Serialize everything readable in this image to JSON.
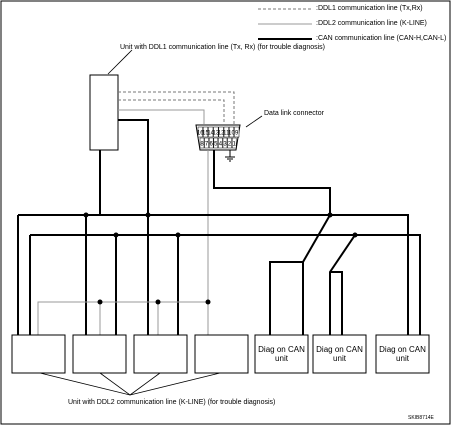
{
  "legend": {
    "ddl1": ":DDL1 communication line (Tx,Rx)",
    "ddl2": ":DDL2 communication line (K-LINE)",
    "can": ":CAN communication line (CAN-H,CAN-L)"
  },
  "labels": {
    "ddl1_unit": "Unit with DDL1 communication line (Tx, Rx) (for trouble diagnosis)",
    "data_link_connector": "Data link connector",
    "ddl2_units": "Unit with DDL2 communication line (K-LINE) (for trouble diagnosis)",
    "figure_code": "SKIB8714E"
  },
  "connector": {
    "top_pins": [
      "16",
      "15",
      "14",
      "13",
      "12",
      "11",
      "10",
      "9"
    ],
    "bottom_pins": [
      "8",
      "7",
      "6",
      "5",
      "4",
      "3",
      "2",
      "1"
    ]
  },
  "can_units": [
    {
      "line1": "Diag on CAN",
      "line2": "unit"
    },
    {
      "line1": "Diag on CAN",
      "line2": "unit"
    },
    {
      "line1": "Diag on CAN",
      "line2": "unit"
    }
  ],
  "colors": {
    "can_line": "#000000",
    "ddl1_line": "#777777",
    "ddl2_line": "#999999"
  }
}
